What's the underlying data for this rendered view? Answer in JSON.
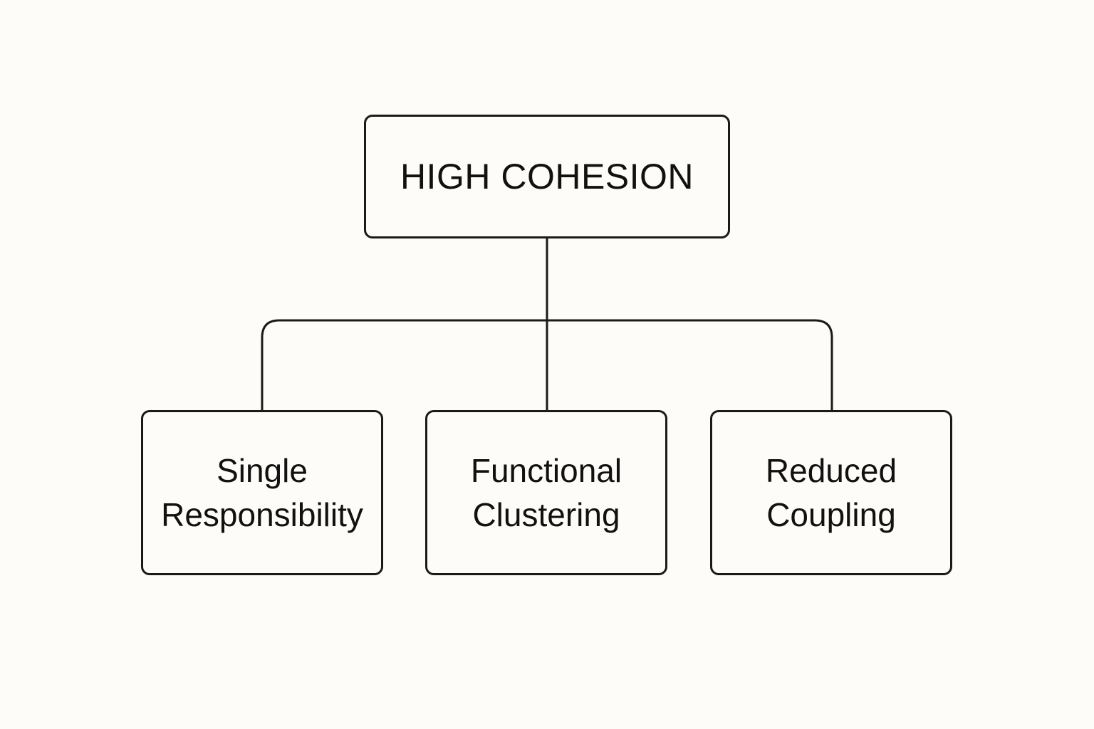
{
  "diagram": {
    "root": {
      "label": "HIGH COHESION"
    },
    "children": [
      {
        "lines": [
          "Single",
          "Responsibility"
        ]
      },
      {
        "lines": [
          "Functional",
          "Clustering"
        ]
      },
      {
        "lines": [
          "Reduced",
          "Coupling"
        ]
      }
    ]
  },
  "colors": {
    "background": "#fdfcf8",
    "stroke": "#1a1a1a",
    "text": "#111111"
  }
}
